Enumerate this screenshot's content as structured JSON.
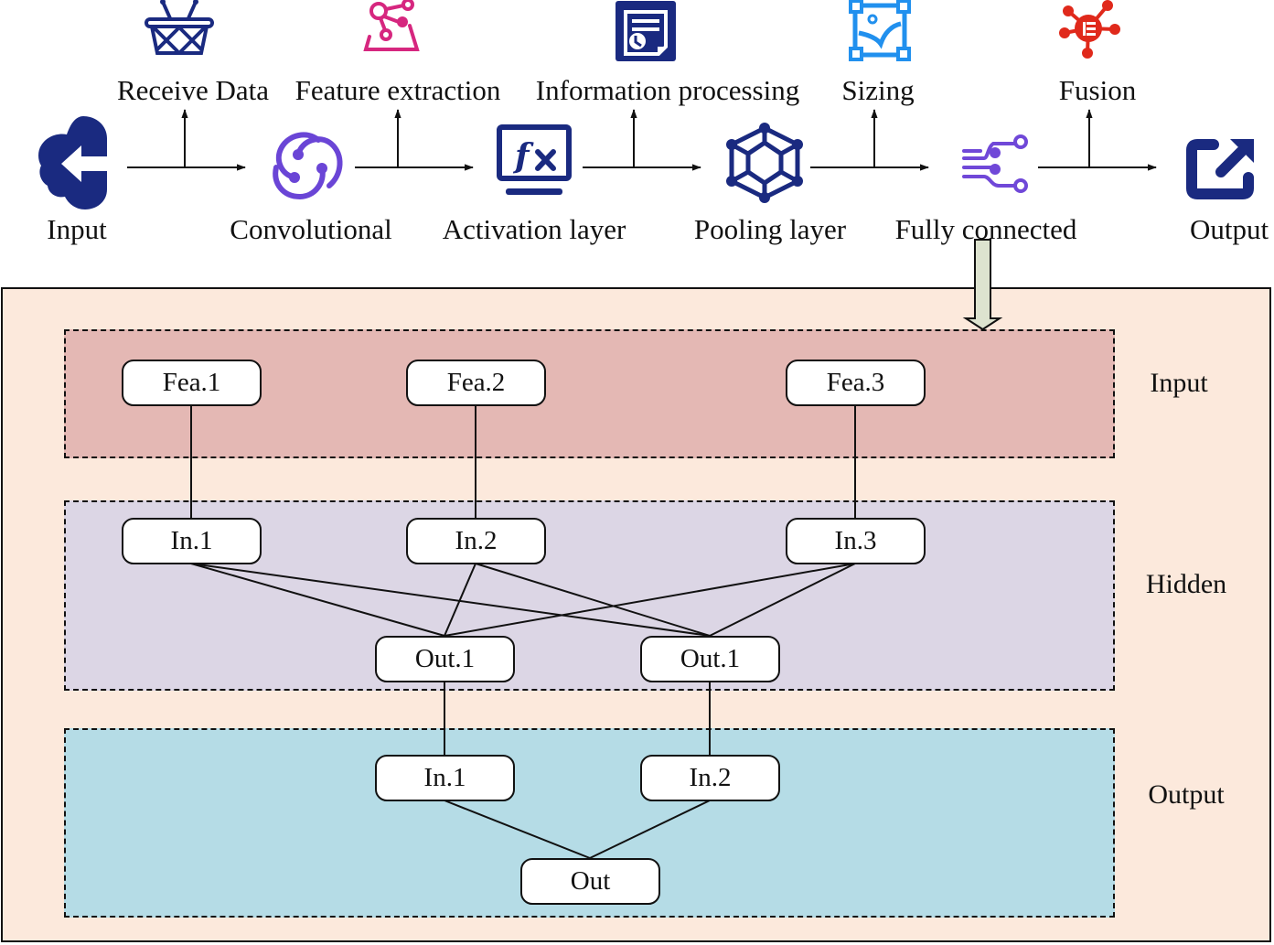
{
  "pipeline": {
    "stages": [
      {
        "id": "input",
        "label": "Input",
        "icon": "cloud-input-icon",
        "color": "#1a2a80"
      },
      {
        "id": "convolutional",
        "label": "Convolutional",
        "icon": "convolution-rings-icon",
        "color": "#6a45d6"
      },
      {
        "id": "activation",
        "label": "Activation layer",
        "icon": "function-monitor-icon",
        "color": "#1a2a80"
      },
      {
        "id": "pooling",
        "label": "Pooling layer",
        "icon": "hexagon-network-icon",
        "color": "#1a2a80"
      },
      {
        "id": "fully-connected",
        "label": "Fully connected",
        "icon": "circuit-connector-icon",
        "color": "#7048d8"
      },
      {
        "id": "output",
        "label": "Output",
        "icon": "external-output-icon",
        "color": "#1a2a80"
      }
    ],
    "functions": [
      {
        "label": "Receive Data",
        "icon": "basket-icon",
        "color": "#1a2a80"
      },
      {
        "label": "Feature extraction",
        "icon": "node-graph-icon",
        "color": "#d6277f"
      },
      {
        "label": "Information processing",
        "icon": "document-clock-icon",
        "color": "#1a2a80"
      },
      {
        "label": "Sizing",
        "icon": "resize-image-icon",
        "color": "#2190ee"
      },
      {
        "label": "Fusion",
        "icon": "fusion-hub-icon",
        "color": "#e0291b"
      }
    ]
  },
  "network": {
    "layers": [
      {
        "label": "Input",
        "color": "#e4b8b4",
        "nodes": [
          "Fea.1",
          "Fea.2",
          "Fea.3"
        ]
      },
      {
        "label": "Hidden",
        "color": "#dcd6e5",
        "nodes": [
          "In.1",
          "In.2",
          "In.3",
          "Out.1",
          "Out.1"
        ]
      },
      {
        "label": "Output",
        "color": "#b5dce6",
        "nodes": [
          "In.1",
          "In.2",
          "Out"
        ]
      }
    ],
    "panel_color": "#fce9dc",
    "arrow_color": "#dde3cf"
  }
}
